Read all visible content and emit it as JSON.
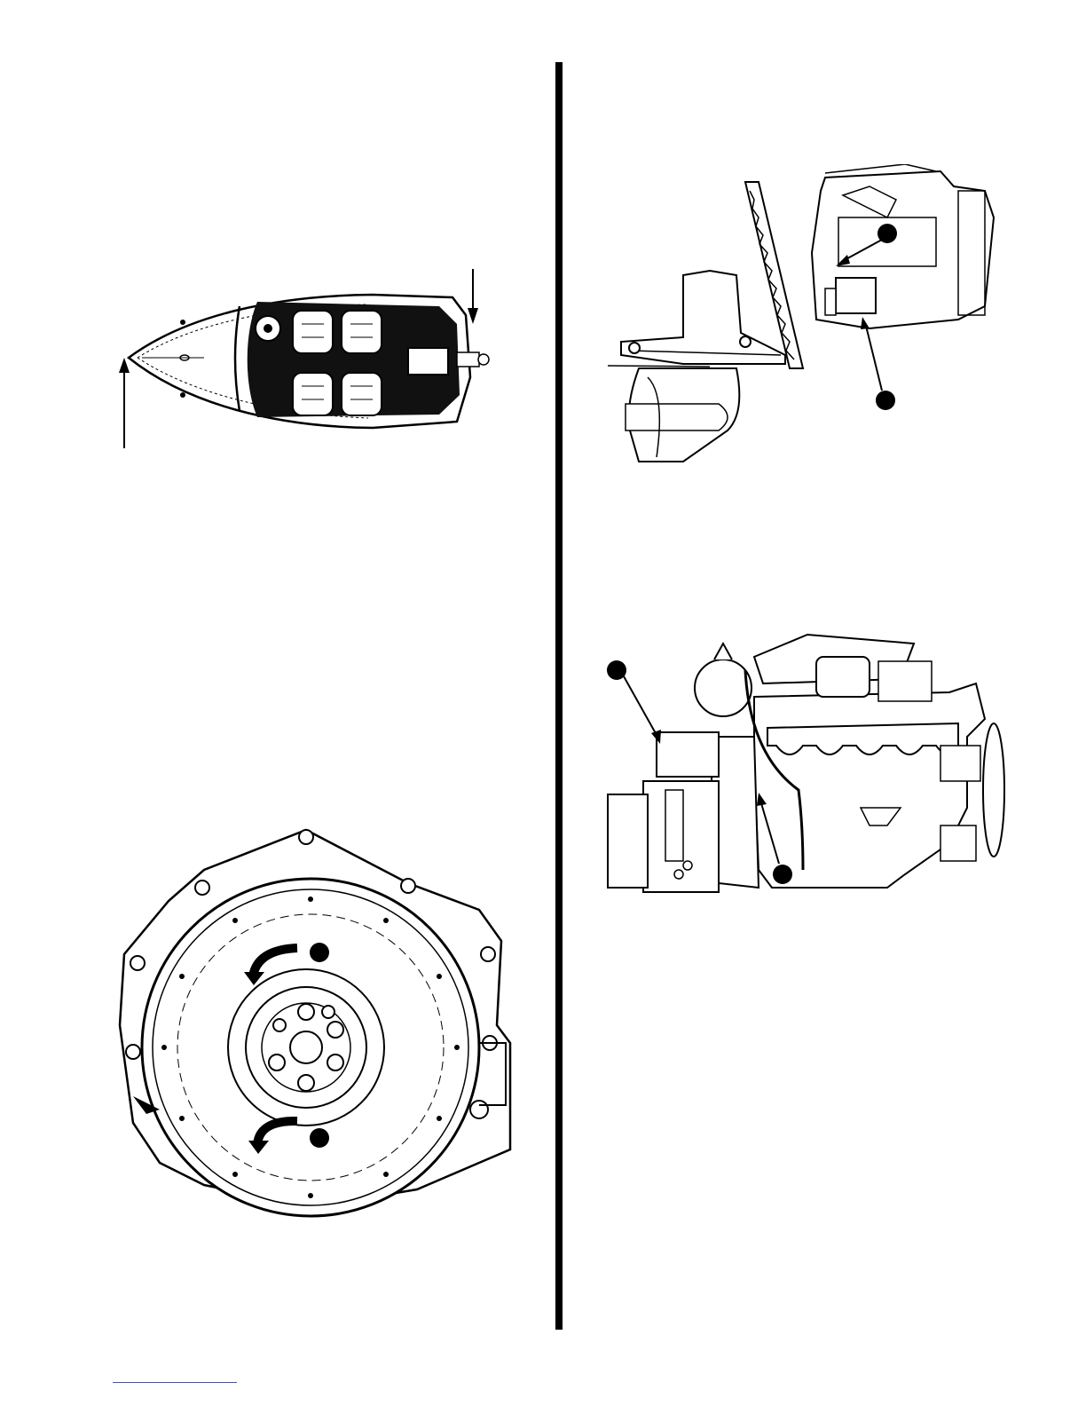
{
  "page": {
    "figures": [
      {
        "id": "boat-top-view",
        "icon": "boat-top-view-drawing"
      },
      {
        "id": "flywheel-rotation",
        "icon": "flywheel-drawing"
      },
      {
        "id": "sterndrive-side-view",
        "icon": "sterndrive-drawing"
      },
      {
        "id": "engine-side-view",
        "icon": "engine-drawing"
      }
    ]
  },
  "colors": {
    "ink": "#000000",
    "paper": "#ffffff",
    "footer_rule": "#3355cc"
  }
}
